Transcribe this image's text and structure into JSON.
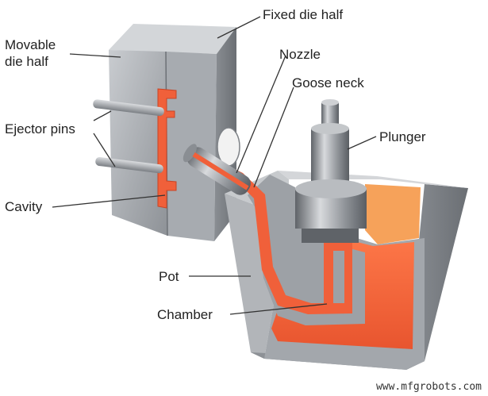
{
  "diagram": {
    "labels": {
      "fixed_die_half": "Fixed die half",
      "movable_die_half": "Movable\ndie half",
      "nozzle": "Nozzle",
      "goose_neck": "Goose neck",
      "ejector_pins": "Ejector pins",
      "plunger": "Plunger",
      "cavity": "Cavity",
      "pot": "Pot",
      "chamber": "Chamber"
    },
    "watermark": "www.mfgrobots.com",
    "colors": {
      "steel_light": "#b9bcc0",
      "steel_mid": "#9a9ea3",
      "steel_dark": "#6f7378",
      "molten_metal": "#f0603a",
      "molten_surface": "#f7a35e",
      "leader_line": "#333333"
    }
  }
}
